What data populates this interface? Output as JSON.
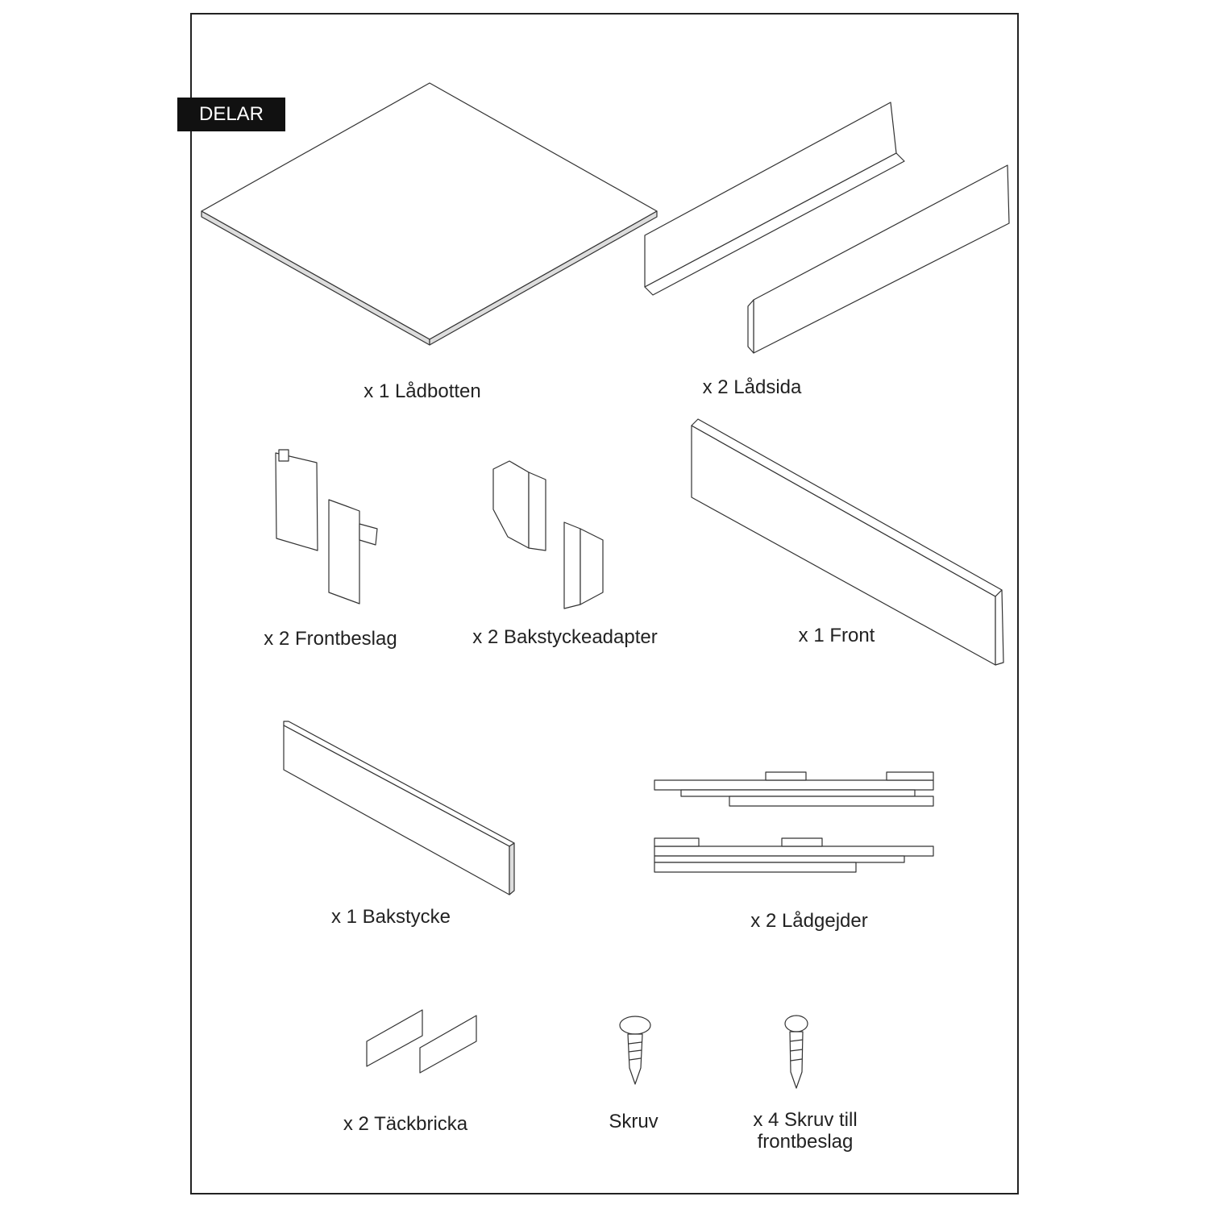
{
  "section_tag": "DELAR",
  "parts": [
    {
      "label": "x 1 Lådbotten"
    },
    {
      "label": "x 2 Lådsida"
    },
    {
      "label": "x 2 Frontbeslag"
    },
    {
      "label": "x 2 Bakstyckeadapter"
    },
    {
      "label": "x 1 Front"
    },
    {
      "label": "x 1 Bakstycke"
    },
    {
      "label": "x 2 Lådgejder"
    },
    {
      "label": "x 2 Täckbricka"
    },
    {
      "label": "Skruv"
    },
    {
      "label": "x 4 Skruv till",
      "label2": "frontbeslag"
    }
  ]
}
